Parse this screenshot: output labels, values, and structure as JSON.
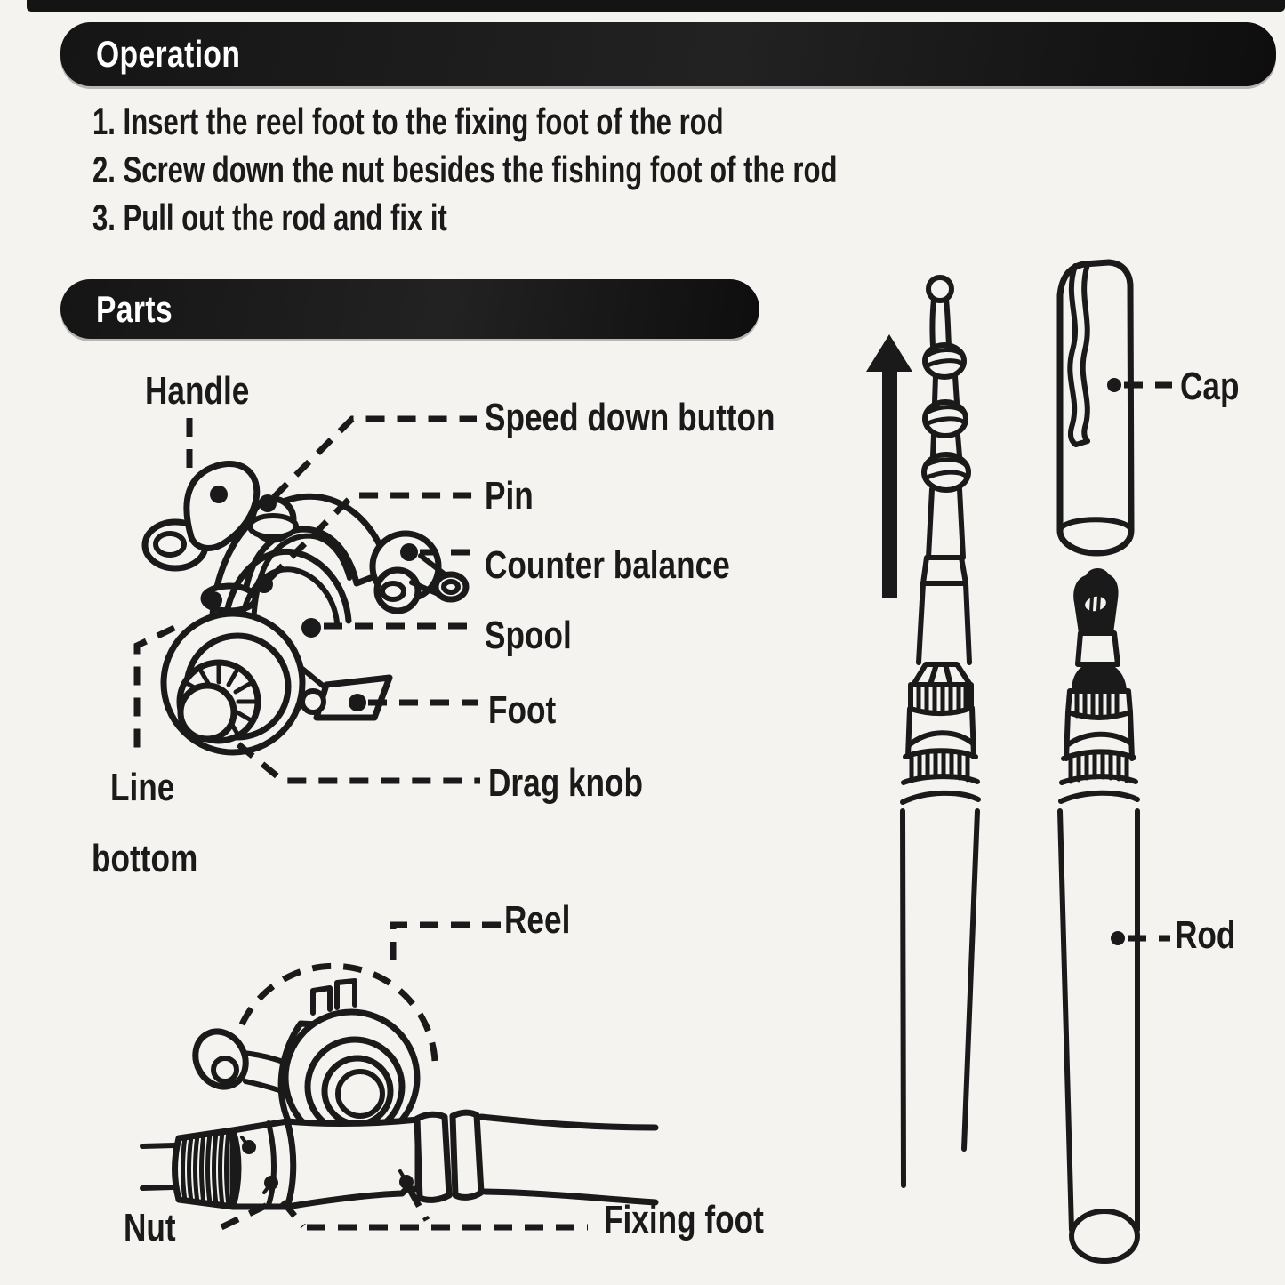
{
  "document": {
    "type": "product-instruction-manual",
    "subject": "pen fishing rod and spincast reel"
  },
  "operation": {
    "title": "Operation",
    "steps": [
      "1. Insert the reel foot to the fixing foot of the rod",
      "2. Screw down the nut besides the fishing foot of the rod",
      "3. Pull out the rod and fix it"
    ]
  },
  "parts": {
    "title": "Parts",
    "labels": {
      "handle": "Handle",
      "speed_down_button": "Speed down button",
      "pin": "Pin",
      "counter_balance": "Counter balance",
      "spool": "Spool",
      "foot": "Foot",
      "drag_knob": "Drag knob",
      "line_bottom": [
        "Line",
        "bottom"
      ],
      "reel": "Reel",
      "nut": "Nut",
      "fixing_foot": "Fixing foot",
      "cap": "Cap",
      "rod": "Rod"
    },
    "icons": [
      "up-arrow-icon"
    ]
  },
  "colors": {
    "ink": "#1a1a1a",
    "paper": "#f5f3ef",
    "header_bar": "#161616",
    "header_text": "#ffffff"
  }
}
